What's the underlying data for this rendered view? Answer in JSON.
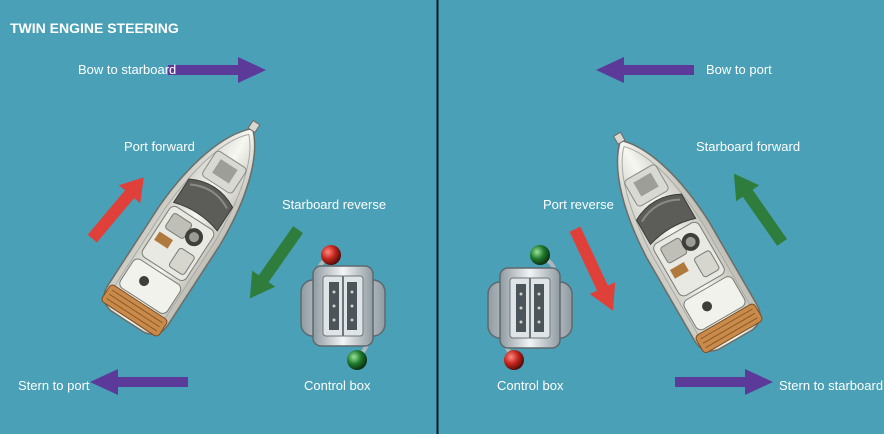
{
  "title": "TWIN ENGINE STEERING",
  "colors": {
    "water": "#4aa0b6",
    "divider": "#0d1a22",
    "purple": "#5b3a9a",
    "red": "#e0403a",
    "green": "#2e7d3c",
    "text": "#ffffff"
  },
  "left_panel": {
    "bow_label": "Bow to starboard",
    "port_label": "Port forward",
    "starboard_label": "Starboard reverse",
    "stern_label": "Stern to port",
    "control_label": "Control box"
  },
  "right_panel": {
    "bow_label": "Bow to port",
    "starboard_label": "Starboard forward",
    "port_label": "Port reverse",
    "stern_label": "Stern to starboard",
    "control_label": "Control box"
  }
}
